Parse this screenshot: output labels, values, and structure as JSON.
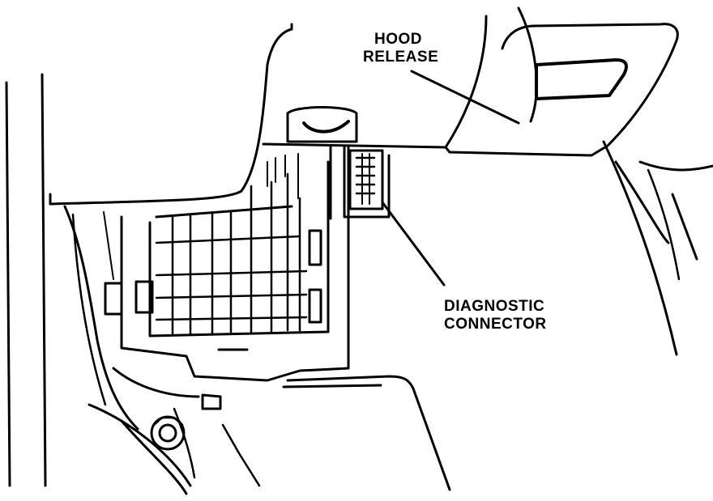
{
  "labels": {
    "hood_release": [
      "HOOD",
      "RELEASE"
    ],
    "diagnostic_connector": [
      "DIAGNOSTIC",
      "CONNECTOR"
    ]
  },
  "colors": {
    "ink": "#000000",
    "paper": "#ffffff"
  }
}
